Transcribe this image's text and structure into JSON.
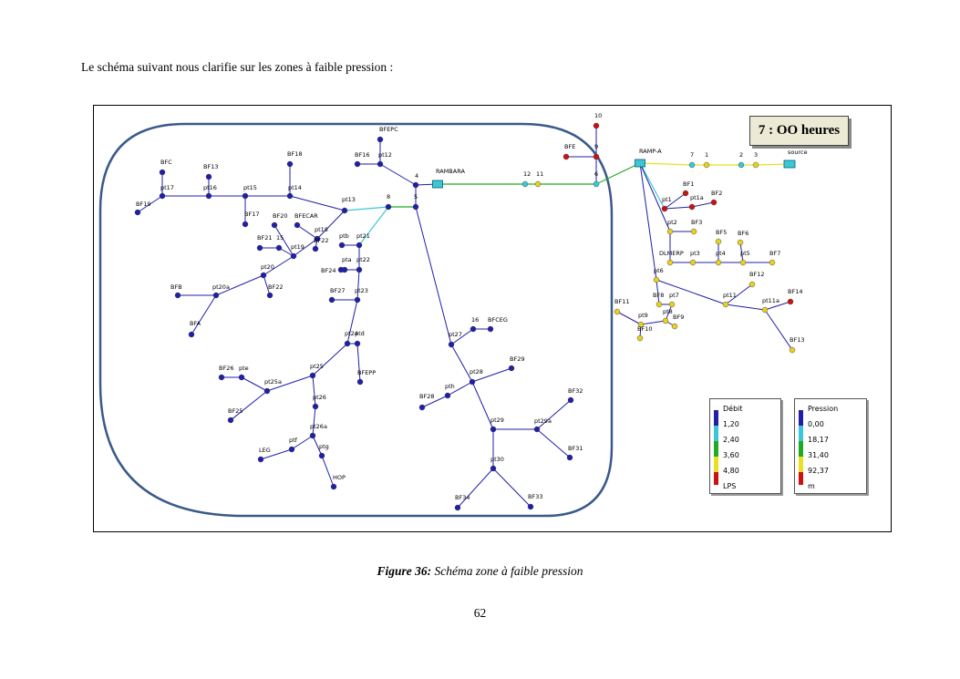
{
  "intro_text": "Le schéma suivant nous clarifie sur les zones à faible pression :",
  "time_label": "7 : OO heures",
  "legend_flow": {
    "title": "Débit",
    "items": [
      {
        "label": "1,20",
        "color": "#1f1fa8"
      },
      {
        "label": "2,40",
        "color": "#22aa22"
      },
      {
        "label": "3,60",
        "color": "#e8e020"
      },
      {
        "label": "4,80",
        "color": "#cc1111"
      }
    ],
    "unit": "LPS"
  },
  "legend_pressure": {
    "title": "Pression",
    "items": [
      {
        "label": "0,00",
        "color": "#1f1fa8"
      },
      {
        "label": "18,17",
        "color": "#3cc7d6"
      },
      {
        "label": "31,40",
        "color": "#22aa22"
      },
      {
        "label": "92,37",
        "color": "#e8e020"
      }
    ],
    "unit": "m",
    "top_color": "#cc1111"
  },
  "colors": {
    "low_pressure": "#1f1fa8",
    "mid_pressure": "#e8d020",
    "high_pressure": "#cc1111",
    "tank": "#3cc7d6",
    "pipe_main": "#22aa22",
    "zone_border": "#3a5a8a"
  },
  "network": {
    "nodes": [
      {
        "id": "BFEPC",
        "c": "b"
      },
      {
        "id": "BF16",
        "c": "b"
      },
      {
        "id": "pt12",
        "c": "b"
      },
      {
        "id": "4",
        "c": "b"
      },
      {
        "id": "BF18",
        "c": "b"
      },
      {
        "id": "BFC",
        "c": "b"
      },
      {
        "id": "BF13b",
        "label": "BF13",
        "c": "b"
      },
      {
        "id": "pt17",
        "c": "b"
      },
      {
        "id": "pt16",
        "c": "b"
      },
      {
        "id": "pt15",
        "c": "b"
      },
      {
        "id": "pt14",
        "c": "b"
      },
      {
        "id": "BF19",
        "c": "b"
      },
      {
        "id": "BF17",
        "c": "b"
      },
      {
        "id": "pt13",
        "c": "b"
      },
      {
        "id": "8",
        "c": "b"
      },
      {
        "id": "5",
        "c": "b"
      },
      {
        "id": "BF20",
        "c": "b"
      },
      {
        "id": "BFECAR",
        "c": "b"
      },
      {
        "id": "pt18",
        "c": "b"
      },
      {
        "id": "BF21",
        "c": "b"
      },
      {
        "id": "15",
        "c": "b"
      },
      {
        "id": "pt19",
        "c": "b"
      },
      {
        "id": "BF22",
        "c": "b"
      },
      {
        "id": "ptb",
        "c": "b"
      },
      {
        "id": "pt21",
        "c": "b"
      },
      {
        "id": "BF24",
        "c": "b"
      },
      {
        "id": "pta",
        "c": "b"
      },
      {
        "id": "pt22",
        "c": "b"
      },
      {
        "id": "pt20",
        "c": "b"
      },
      {
        "id": "BF22b",
        "label": "BF22",
        "c": "b"
      },
      {
        "id": "BFB",
        "c": "b"
      },
      {
        "id": "pt20a",
        "c": "b"
      },
      {
        "id": "BFA",
        "c": "b"
      },
      {
        "id": "BF27",
        "c": "b"
      },
      {
        "id": "pt23",
        "c": "b"
      },
      {
        "id": "pt24",
        "c": "b"
      },
      {
        "id": "ptd",
        "c": "b"
      },
      {
        "id": "BFEPP",
        "c": "b"
      },
      {
        "id": "BF26",
        "c": "b"
      },
      {
        "id": "pte",
        "c": "b"
      },
      {
        "id": "pt25",
        "c": "b"
      },
      {
        "id": "pt25a",
        "c": "b"
      },
      {
        "id": "BF25",
        "c": "b"
      },
      {
        "id": "pt26",
        "c": "b"
      },
      {
        "id": "pt26a",
        "c": "b"
      },
      {
        "id": "ptf",
        "c": "b"
      },
      {
        "id": "LEG",
        "c": "b"
      },
      {
        "id": "ptg",
        "c": "b"
      },
      {
        "id": "HOP",
        "c": "b"
      },
      {
        "id": "16",
        "c": "b"
      },
      {
        "id": "BFCEG",
        "c": "b"
      },
      {
        "id": "pt27",
        "c": "b"
      },
      {
        "id": "pt28",
        "c": "b"
      },
      {
        "id": "BF29",
        "c": "b"
      },
      {
        "id": "pth",
        "c": "b"
      },
      {
        "id": "BF28",
        "c": "b"
      },
      {
        "id": "pt29",
        "c": "b"
      },
      {
        "id": "pt29a",
        "c": "b"
      },
      {
        "id": "BF32",
        "c": "b"
      },
      {
        "id": "BF31",
        "c": "b"
      },
      {
        "id": "pt30",
        "c": "b"
      },
      {
        "id": "BF34",
        "c": "b"
      },
      {
        "id": "BF33",
        "c": "b"
      },
      {
        "id": "RAMBARA",
        "c": "t"
      },
      {
        "id": "12",
        "c": "t"
      },
      {
        "id": "11",
        "c": "y"
      },
      {
        "id": "10",
        "c": "r"
      },
      {
        "id": "9",
        "c": "r"
      },
      {
        "id": "BFE",
        "c": "r"
      },
      {
        "id": "6",
        "c": "t"
      },
      {
        "id": "RAMP-A",
        "c": "t"
      },
      {
        "id": "7",
        "c": "t"
      },
      {
        "id": "1",
        "c": "y"
      },
      {
        "id": "2",
        "c": "t"
      },
      {
        "id": "3",
        "c": "y"
      },
      {
        "id": "source",
        "c": "t"
      },
      {
        "id": "BF1",
        "c": "r"
      },
      {
        "id": "pt1",
        "c": "r"
      },
      {
        "id": "pt1a",
        "c": "r"
      },
      {
        "id": "BF2",
        "c": "r"
      },
      {
        "id": "pt2",
        "c": "y"
      },
      {
        "id": "BF3",
        "c": "y"
      },
      {
        "id": "BF5",
        "c": "y"
      },
      {
        "id": "BF6",
        "c": "y"
      },
      {
        "id": "DLMERP",
        "c": "y"
      },
      {
        "id": "pt3",
        "c": "y"
      },
      {
        "id": "pt4",
        "c": "y"
      },
      {
        "id": "pt5",
        "c": "y"
      },
      {
        "id": "BF7",
        "c": "y"
      },
      {
        "id": "pt6",
        "c": "y"
      },
      {
        "id": "BF12",
        "c": "y"
      },
      {
        "id": "BF14",
        "c": "r"
      },
      {
        "id": "BF8",
        "c": "y"
      },
      {
        "id": "pt7",
        "c": "y"
      },
      {
        "id": "BF11",
        "c": "y"
      },
      {
        "id": "pt9",
        "c": "y"
      },
      {
        "id": "pt8",
        "c": "y"
      },
      {
        "id": "BF9",
        "c": "y"
      },
      {
        "id": "BF10",
        "c": "y"
      },
      {
        "id": "pt11",
        "c": "y"
      },
      {
        "id": "pt11a",
        "c": "y"
      },
      {
        "id": "BF13",
        "c": "y"
      }
    ]
  },
  "caption_bold": "Figure 36:",
  "caption_text": " Schéma zone à faible pression",
  "page_number": "62"
}
